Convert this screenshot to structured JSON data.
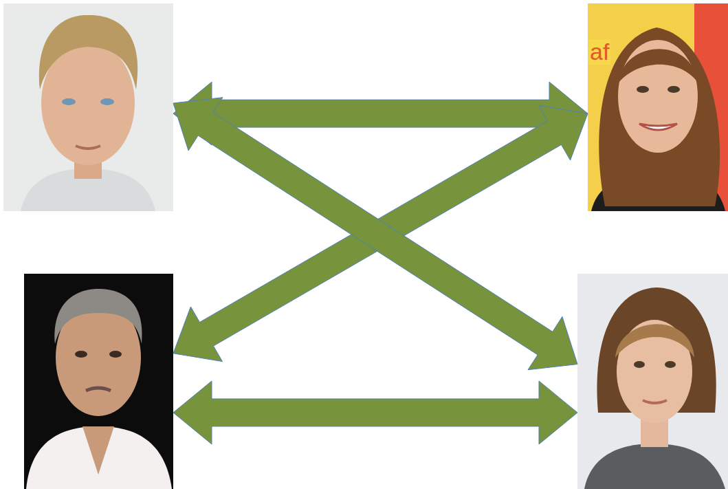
{
  "diagram": {
    "nodes": [
      {
        "text": []
      },
      {
        "text": [
          "af"
        ]
      },
      {
        "text": []
      },
      {
        "text": []
      }
    ],
    "edges": [
      {
        "from": 0,
        "to": 1,
        "arrow": "both"
      },
      {
        "from": 1,
        "to": 2,
        "arrow": "both"
      },
      {
        "from": 0,
        "to": 3,
        "arrow": "both"
      },
      {
        "from": 2,
        "to": 3,
        "arrow": "both"
      }
    ]
  }
}
